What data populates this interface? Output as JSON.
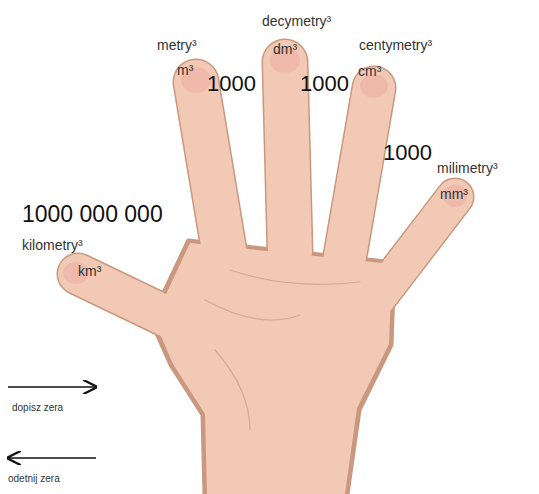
{
  "diagram": {
    "labels": [
      "metry³",
      "m³",
      "1000",
      "decymetry³",
      "dm³",
      "1000",
      "centymetry³",
      "cm³",
      "1000",
      "milimetry³",
      "mm³",
      "1000 000 000",
      "kilometry³",
      "km³",
      "dopisz zera",
      "odetnij zera"
    ]
  }
}
